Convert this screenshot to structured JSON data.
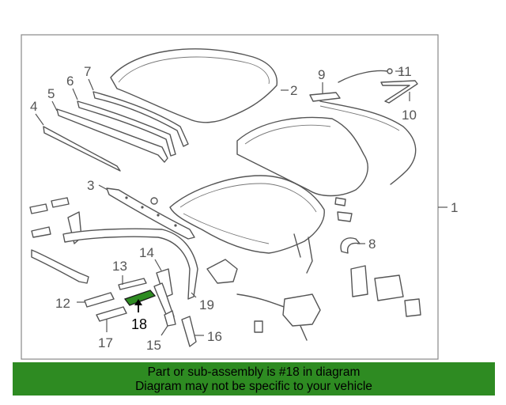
{
  "callouts": {
    "c1": "1",
    "c2": "2",
    "c3": "3",
    "c4": "4",
    "c5": "5",
    "c6": "6",
    "c7": "7",
    "c8": "8",
    "c9": "9",
    "c10": "10",
    "c11": "11",
    "c12": "12",
    "c13": "13",
    "c14": "14",
    "c15": "15",
    "c16": "16",
    "c17": "17",
    "c18": "18",
    "c19": "19"
  },
  "highlight": {
    "part_number": "18",
    "color": "#2e8b22"
  },
  "banner": {
    "line1": "Part or sub-assembly is #18 in diagram",
    "line2": "Diagram may not be specific to your vehicle",
    "background": "#2e8b22"
  }
}
